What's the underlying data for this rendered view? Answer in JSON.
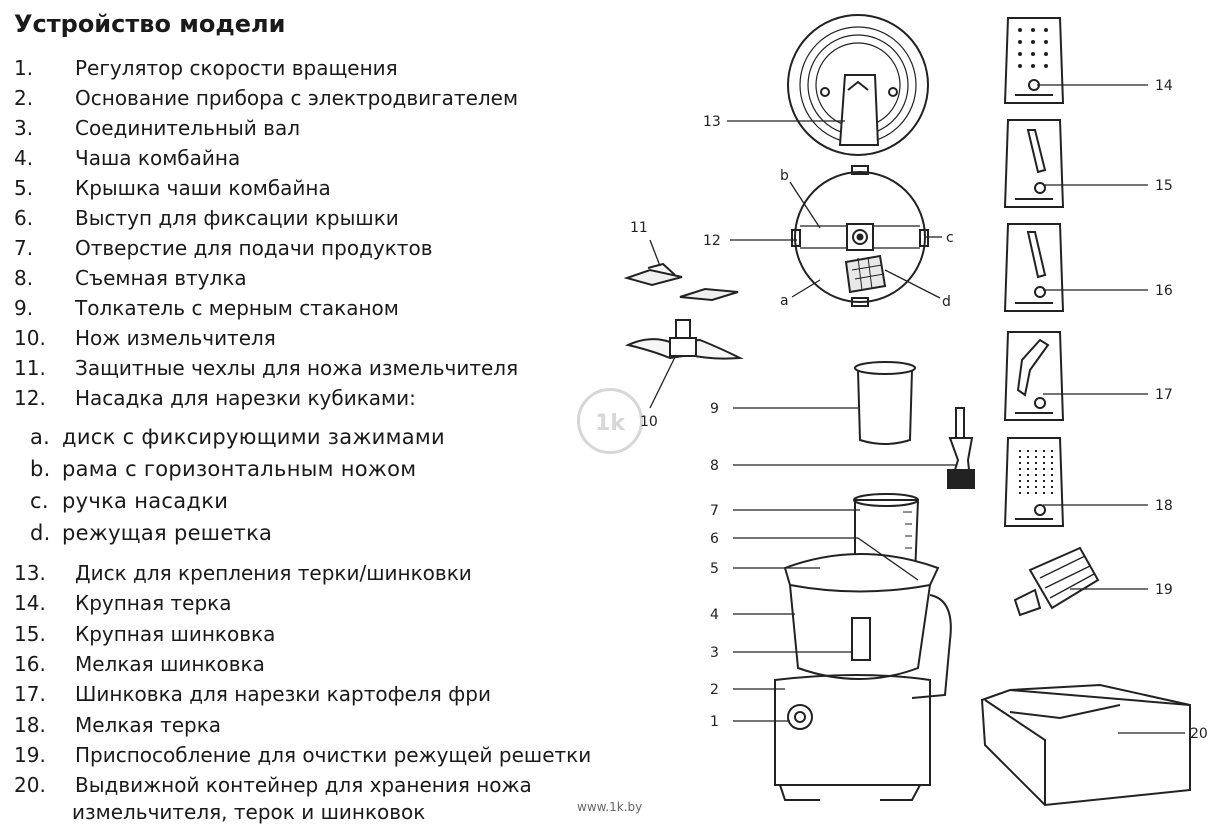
{
  "title": "Устройство модели",
  "items_top": [
    {
      "num": "1.",
      "text": "Регулятор скорости вращения"
    },
    {
      "num": "2.",
      "text": "Основание прибора с электродвигателем"
    },
    {
      "num": "3.",
      "text": "Соединительный вал"
    },
    {
      "num": "4.",
      "text": "Чаша комбайна"
    },
    {
      "num": "5.",
      "text": "Крышка чаши комбайна"
    },
    {
      "num": "6.",
      "text": "Выступ для фиксации крышки"
    },
    {
      "num": "7.",
      "text": "Отверстие для подачи продуктов"
    },
    {
      "num": "8.",
      "text": "Съемная втулка"
    },
    {
      "num": "9.",
      "text": "Толкатель с мерным стаканом"
    },
    {
      "num": "10.",
      "text": "Нож измельчителя"
    },
    {
      "num": "11.",
      "text": "Защитные чехлы для ножа измельчителя"
    },
    {
      "num": "12.",
      "text": "Насадка для нарезки кубиками:"
    }
  ],
  "items_sub": [
    {
      "num": "a.",
      "text": "диск с фиксирующими зажимами"
    },
    {
      "num": "b.",
      "text": "рама с горизонтальным ножом"
    },
    {
      "num": "c.",
      "text": "ручка насадки"
    },
    {
      "num": "d.",
      "text": "режущая решетка"
    }
  ],
  "items_bottom": [
    {
      "num": "13.",
      "text": "Диск для крепления терки/шинковки"
    },
    {
      "num": "14.",
      "text": "Крупная терка"
    },
    {
      "num": "15.",
      "text": "Крупная шинковка"
    },
    {
      "num": "16.",
      "text": "Мелкая шинковка"
    },
    {
      "num": "17.",
      "text": "Шинковка для нарезки картофеля фри"
    },
    {
      "num": "18.",
      "text": "Мелкая терка"
    },
    {
      "num": "19.",
      "text": "Приспособление для очистки режущей решетки"
    },
    {
      "num": "20.",
      "text": "Выдвижной контейнер для хранения ножа"
    }
  ],
  "item20_cont": "измельчителя, терок и шинковок",
  "watermark": "1k",
  "footer": "www.1k.by",
  "callouts": {
    "c1": "1",
    "c2": "2",
    "c3": "3",
    "c4": "4",
    "c5": "5",
    "c6": "6",
    "c7": "7",
    "c8": "8",
    "c9": "9",
    "c10": "10",
    "c11": "11",
    "c12": "12",
    "c13": "13",
    "c14": "14",
    "c15": "15",
    "c16": "16",
    "c17": "17",
    "c18": "18",
    "c19": "19",
    "c20": "20",
    "ca": "a",
    "cb": "b",
    "cc": "c",
    "cd": "d"
  }
}
